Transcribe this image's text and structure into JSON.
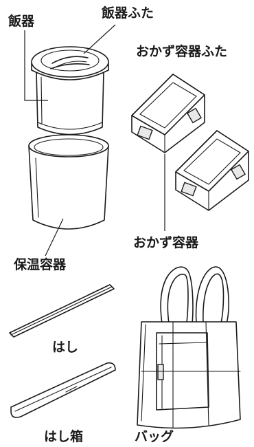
{
  "labels": {
    "rice_container": "飯器",
    "rice_container_lid": "飯器ふた",
    "side_dish_lid": "おかず容器ふた",
    "side_dish_container": "おかず容器",
    "insulated_container": "保温容器",
    "chopsticks": "はし",
    "chopstick_case": "はし箱",
    "bag": "バッグ"
  }
}
